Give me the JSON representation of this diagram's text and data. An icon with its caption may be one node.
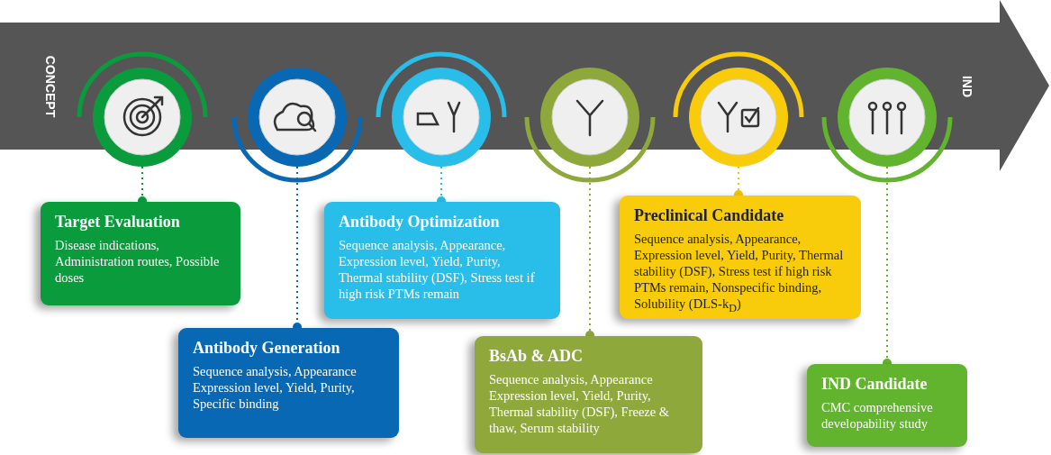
{
  "diagram": {
    "nodes": [
      {
        "text": [],
        "shape": "circle"
      },
      {
        "text": [],
        "shape": "circle"
      },
      {
        "text": [],
        "shape": "circle"
      },
      {
        "text": [],
        "shape": "circle"
      },
      {
        "text": [],
        "shape": "circle"
      },
      {
        "text": [],
        "shape": "circle"
      },
      {
        "text": [
          "Target Evaluation",
          "Disease indications, Administration routes, Possible doses"
        ]
      },
      {
        "text": [
          "Antibody Generation",
          "Sequence analysis, Appearance Expression level, Yield, Purity, Specific binding"
        ]
      },
      {
        "text": [
          "Antibody Optimization",
          "Sequence analysis, Appearance, Expression level, Yield, Purity, Thermal stability (DSF), Stress test if high risk PTMs remain"
        ]
      },
      {
        "text": [
          "BsAb & ADC",
          "Sequence analysis, Appearance Expression level, Yield, Purity, Thermal stability (DSF), Freeze & thaw, Serum stability"
        ]
      },
      {
        "text": [
          "Preclinical Candidate",
          "Sequence analysis, Appearance, Expression level, Yield, Purity, Thermal stability (DSF), Stress test if high risk PTMs remain, Nonspecific binding, Solubility (DLS-k$_{D}$)"
        ]
      },
      {
        "text": [
          "IND Candidate",
          "CMC comprehensive developability study"
        ]
      }
    ],
    "edges": [
      {
        "from": 0,
        "to": 6,
        "arrow": "other",
        "style": "dashed",
        "color": "#0a9c3c"
      },
      {
        "from": 1,
        "to": 7,
        "arrow": "other",
        "style": "dashed",
        "color": "#0868b4"
      },
      {
        "from": 2,
        "to": 8,
        "arrow": "other",
        "style": "dashed",
        "color": "#29bde9"
      },
      {
        "from": 3,
        "to": 9,
        "arrow": "other",
        "style": "dashed",
        "color": "#8fa83c"
      },
      {
        "from": 4,
        "to": 10,
        "arrow": "other",
        "style": "dashed",
        "color": "#f2c40a"
      },
      {
        "from": 5,
        "to": 11,
        "arrow": "other",
        "style": "dashed",
        "color": "#62b42f"
      }
    ],
    "labels": [
      "CONCEPT",
      "IND"
    ]
  }
}
